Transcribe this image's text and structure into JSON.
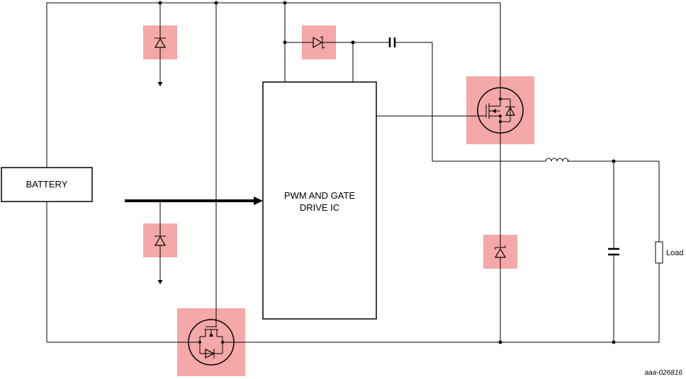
{
  "diagram": {
    "battery_label": "BATTERY",
    "ic_label_line1": "PWM AND GATE",
    "ic_label_line2": "DRIVE IC",
    "load_label": "Load",
    "reference_id": "aaa-026816",
    "highlight_color": "#f4a8a8"
  }
}
